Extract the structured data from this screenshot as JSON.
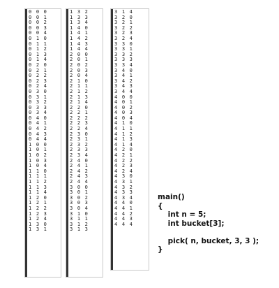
{
  "panels": [
    {
      "rows": [
        "0 0 0",
        "0 0 1",
        "0 0 2",
        "0 0 3",
        "0 0 4",
        "0 1 0",
        "0 1 1",
        "0 1 2",
        "0 1 3",
        "0 1 4",
        "0 2 0",
        "0 2 1",
        "0 2 2",
        "0 2 3",
        "0 2 4",
        "0 3 0",
        "0 3 1",
        "0 3 2",
        "0 3 3",
        "0 3 4",
        "0 4 0",
        "0 4 1",
        "0 4 2",
        "0 4 3",
        "0 4 4",
        "1 0 0",
        "1 0 1",
        "1 0 2",
        "1 0 3",
        "1 0 4",
        "1 1 0",
        "1 1 1",
        "1 1 2",
        "1 1 3",
        "1 1 4",
        "1 2 0",
        "1 2 1",
        "1 2 2",
        "1 2 3",
        "1 2 4",
        "1 3 0",
        "1 3 1"
      ]
    },
    {
      "rows": [
        "1 3 2",
        "1 3 3",
        "1 3 4",
        "1 4 0",
        "1 4 1",
        "1 4 2",
        "1 4 3",
        "1 4 4",
        "2 0 0",
        "2 0 1",
        "2 0 2",
        "2 0 3",
        "2 0 4",
        "2 1 0",
        "2 1 1",
        "2 1 2",
        "2 1 3",
        "2 1 4",
        "2 2 0",
        "2 2 1",
        "2 2 2",
        "2 2 3",
        "2 2 4",
        "2 3 0",
        "2 3 1",
        "2 3 2",
        "2 3 3",
        "2 3 4",
        "2 4 0",
        "2 4 1",
        "2 4 2",
        "2 4 3",
        "2 4 4",
        "3 0 0",
        "3 0 1",
        "3 0 2",
        "3 0 3",
        "3 0 4",
        "3 1 0",
        "3 1 1",
        "3 1 2",
        "3 1 3"
      ]
    },
    {
      "rows": [
        "3 1 4",
        "3 2 0",
        "3 2 1",
        "3 2 2",
        "3 2 3",
        "3 2 4",
        "3 3 0",
        "3 3 1",
        "3 3 2",
        "3 3 3",
        "3 3 4",
        "3 4 0",
        "3 4 1",
        "3 4 2",
        "3 4 3",
        "3 4 4",
        "4 0 0",
        "4 0 1",
        "4 0 2",
        "4 0 3",
        "4 0 4",
        "4 1 0",
        "4 1 1",
        "4 1 2",
        "4 1 3",
        "4 1 4",
        "4 2 0",
        "4 2 1",
        "4 2 2",
        "4 2 3",
        "4 2 4",
        "4 3 0",
        "4 3 1",
        "4 3 2",
        "4 3 3",
        "4 3 4",
        "4 4 0",
        "4 4 1",
        "4 4 2",
        "4 4 3",
        "4 4 4"
      ]
    }
  ],
  "code": {
    "lines": [
      "main()",
      "{",
      "    int n = 5;",
      "    int bucket[3];",
      "",
      "    pick( n, bucket, 3, 3 );",
      "}"
    ]
  }
}
